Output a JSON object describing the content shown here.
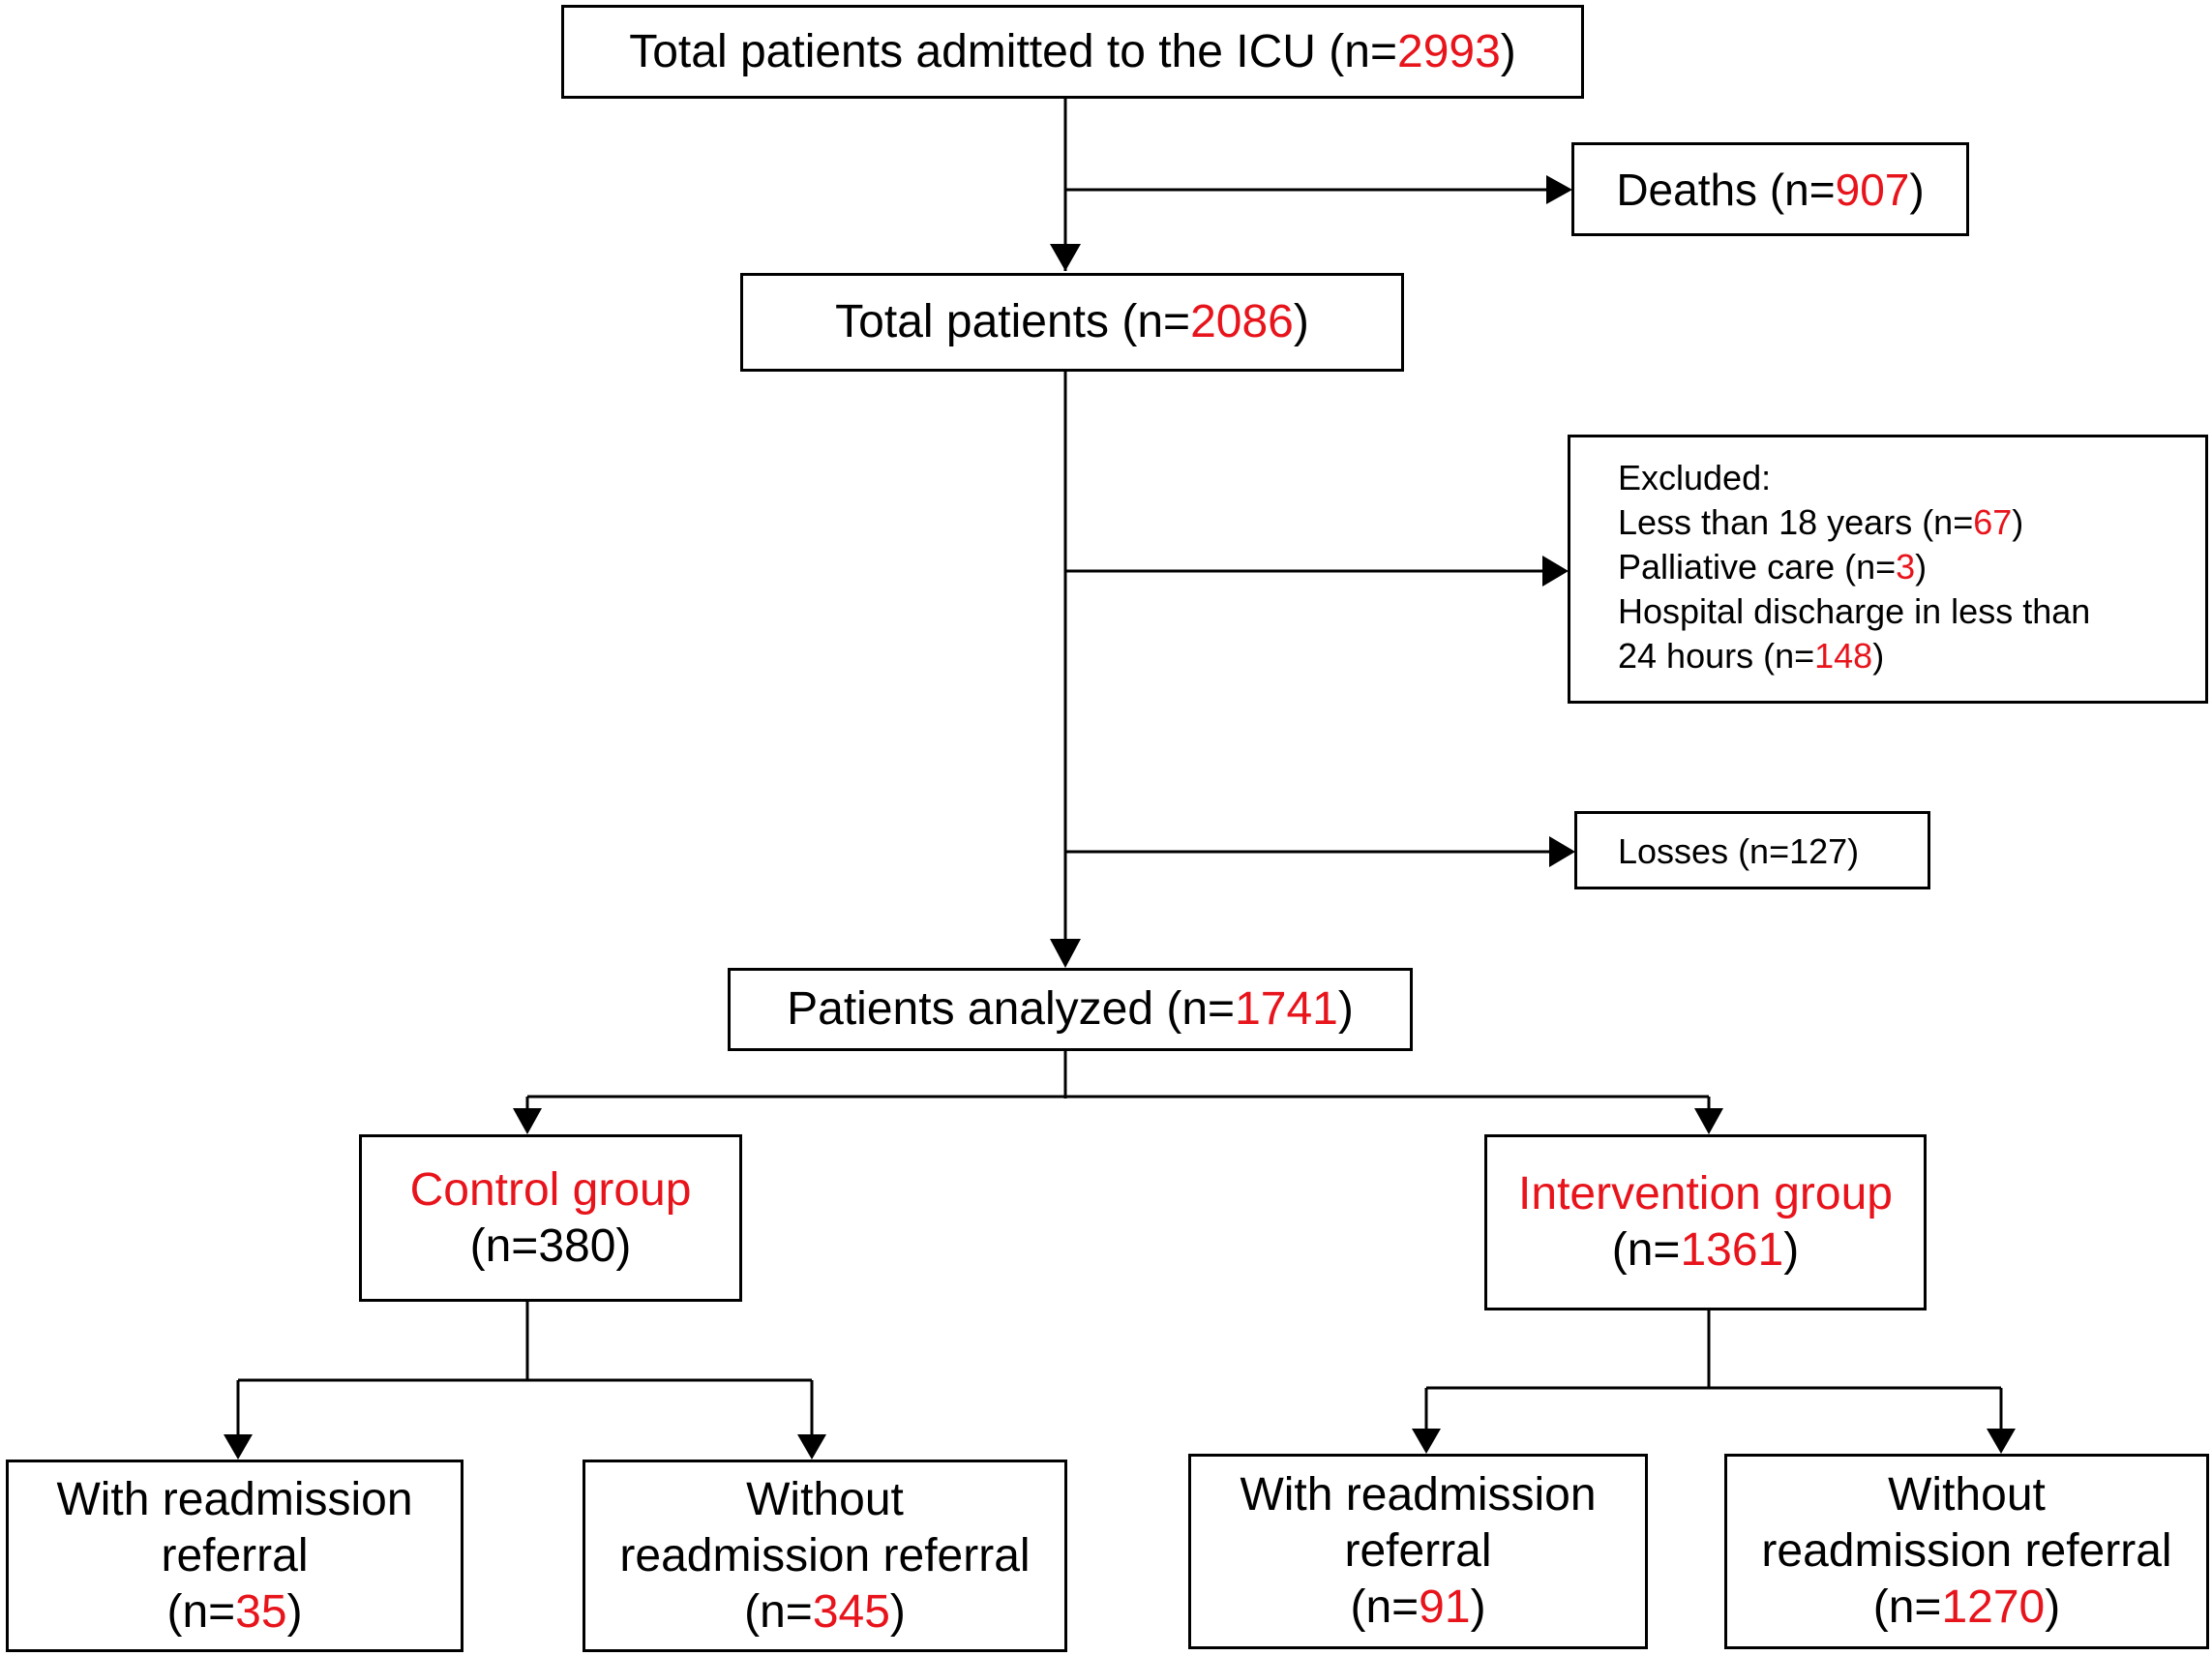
{
  "colors": {
    "accent_red": "#e8141c",
    "line": "#000000"
  },
  "admitted": {
    "label": "Total patients admitted to the ICU (n=",
    "n": "2993",
    "close": ")"
  },
  "deaths": {
    "label": "Deaths (n=",
    "n": "907",
    "close": ")"
  },
  "total": {
    "label": "Total patients (n=",
    "n": "2086",
    "close": ")"
  },
  "excluded": {
    "title": "Excluded:",
    "under18_label": "Less than 18 years (n=",
    "under18_n": "67",
    "under18_close": ")",
    "palliative_label": "Palliative care (n=",
    "palliative_n": "3",
    "palliative_close": ")",
    "discharge_line1": "Hospital discharge in less than",
    "discharge_label": "24 hours (n=",
    "discharge_n": "148",
    "discharge_close": ")"
  },
  "losses": {
    "label": "Losses (n=127)"
  },
  "analyzed": {
    "label": "Patients analyzed (n=",
    "n": "1741",
    "close": ")"
  },
  "control": {
    "title": "Control group",
    "count": "(n=380)"
  },
  "intervention": {
    "title": "Intervention group",
    "open": "(n=",
    "n": "1361",
    "close": ")"
  },
  "control_with": {
    "line1": "With readmission",
    "line2": "referral",
    "open": "(n=",
    "n": "35",
    "close": ")"
  },
  "control_without": {
    "line1": "Without",
    "line2": "readmission referral",
    "open": "(n=",
    "n": "345",
    "close": ")"
  },
  "intervention_with": {
    "line1": "With readmission",
    "line2": "referral",
    "open": "(n=",
    "n": "91",
    "close": ")"
  },
  "intervention_without": {
    "line1": "Without",
    "line2": "readmission referral",
    "open": "(n=",
    "n": "1270",
    "close": ")"
  }
}
